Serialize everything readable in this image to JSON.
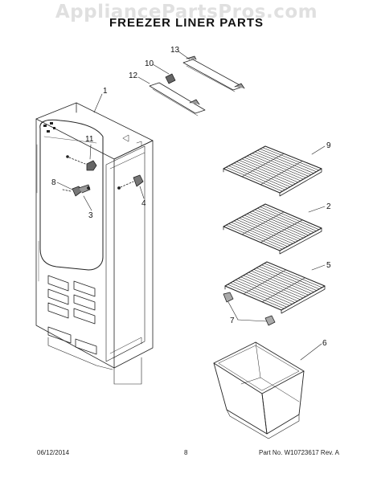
{
  "watermark": "AppliancePartsPros.com",
  "title": "FREEZER LINER PARTS",
  "footer": {
    "date": "06/12/2014",
    "page": "8",
    "part_number": "Part No.  W10723617  Rev.  A"
  },
  "callouts": [
    "1",
    "2",
    "3",
    "4",
    "5",
    "6",
    "7",
    "8",
    "9",
    "10",
    "11",
    "12",
    "13"
  ]
}
